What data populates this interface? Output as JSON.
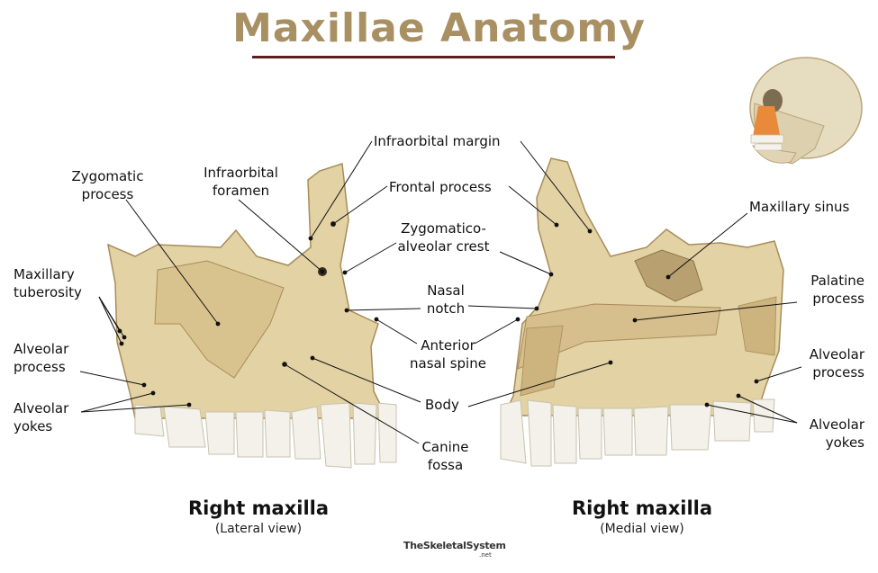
{
  "title": "Maxillae Anatomy",
  "colors": {
    "title": "#a89062",
    "rule": "#5a1f1f",
    "bone": "#e3d2a4",
    "bone_dark": "#bfa773",
    "tooth": "#f3f1e9",
    "highlight": "#e98a3a"
  },
  "views": {
    "lateral": {
      "title": "Right maxilla",
      "subtitle": "(Lateral view)"
    },
    "medial": {
      "title": "Right maxilla",
      "subtitle": "(Medial view)"
    }
  },
  "labels": {
    "zygomatic_process": "Zygomatic\nprocess",
    "infraorbital_foramen": "Infraorbital\nforamen",
    "infraorbital_margin": "Infraorbital margin",
    "frontal_process": "Frontal process",
    "zygomatico_alveolar_crest": "Zygomatico-\nalveolar crest",
    "maxillary_sinus": "Maxillary sinus",
    "maxillary_tuberosity": "Maxillary\ntuberosity",
    "nasal_notch": "Nasal\nnotch",
    "palatine_process": "Palatine\nprocess",
    "alveolar_process_left": "Alveolar\nprocess",
    "anterior_nasal_spine": "Anterior\nnasal spine",
    "alveolar_process_right": "Alveolar\nprocess",
    "body": "Body",
    "alveolar_yokes_left": "Alveolar\nyokes",
    "alveolar_yokes_right": "Alveolar\nyokes",
    "canine_fossa": "Canine\nfossa"
  },
  "watermark": {
    "main": "TheSkeletalSystem",
    "sub": ".net"
  },
  "icons": {
    "skull": "skull-icon"
  }
}
